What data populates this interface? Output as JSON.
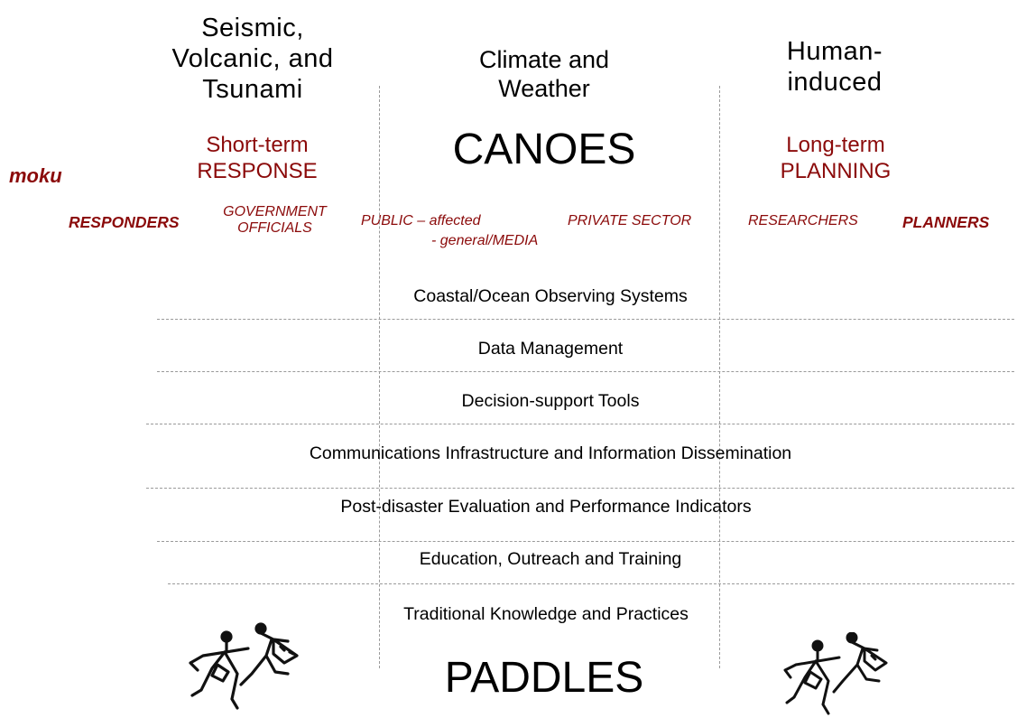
{
  "hazards": {
    "left": [
      "Seismic,",
      "Volcanic, and",
      "Tsunami"
    ],
    "center": [
      "Climate and",
      "Weather"
    ],
    "right": [
      "Human-",
      "induced"
    ]
  },
  "response": {
    "line1": "Short-term",
    "line2": "RESPONSE"
  },
  "planning": {
    "line1": "Long-term",
    "line2": "PLANNING"
  },
  "canoes_label": "CANOES",
  "paddles_label": "PADDLES",
  "moku_label": "moku",
  "stakeholders": {
    "responders": "RESPONDERS",
    "government_line1": "GOVERNMENT",
    "government_line2": "OFFICIALS",
    "public_line1": "PUBLIC – affected",
    "public_line2": "- general/MEDIA",
    "private_sector": "PRIVATE SECTOR",
    "researchers": "RESEARCHERS",
    "planners": "PLANNERS"
  },
  "paddles": [
    "Coastal/Ocean Observing Systems",
    "Data Management",
    "Decision-support Tools",
    "Communications Infrastructure and Information Dissemination",
    "Post-disaster Evaluation and Performance Indicators",
    "Education, Outreach and Training",
    "Traditional Knowledge and Practices"
  ],
  "colors": {
    "accent_red": "#8b0a0a",
    "divider_gray": "#9a9a9a"
  },
  "icons": [
    "petroglyph-paddlers-left-icon",
    "petroglyph-paddlers-right-icon"
  ]
}
